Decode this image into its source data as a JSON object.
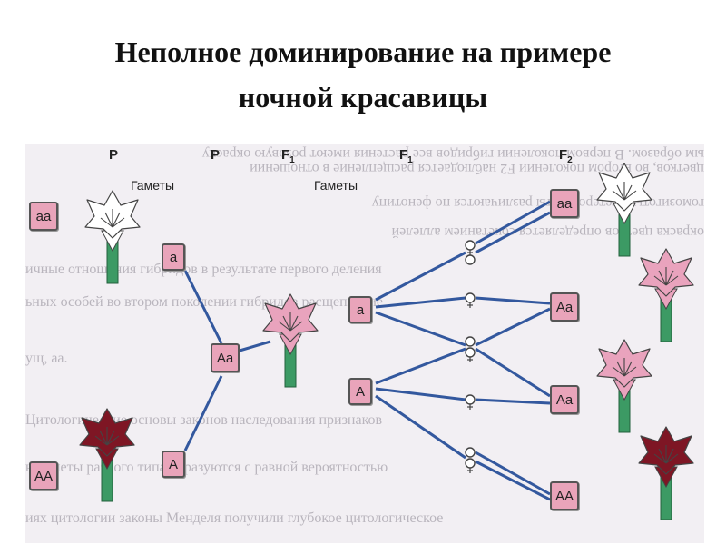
{
  "title": {
    "line1": "Неполное доминирование на примере",
    "line2": "ночной красавицы"
  },
  "diagram": {
    "labels": {
      "p1": "P",
      "p2": "P",
      "f1a": "F",
      "f1a_sub": "1",
      "f1b": "F",
      "f1b_sub": "1",
      "f2": "F",
      "f2_sub": "2",
      "gametes1": "Гаметы",
      "gametes2": "Гаметы"
    },
    "parents": [
      "aa",
      "AA"
    ],
    "parent_gametes": [
      "a",
      "A"
    ],
    "f1": "Aa",
    "f1_gametes": [
      "a",
      "A"
    ],
    "f2": [
      "aa",
      "Aa",
      "Aa",
      "AA"
    ],
    "female_symbol": "♀",
    "colors": {
      "white_flower": "#ffffff",
      "pink_flower": "#e9a3bd",
      "red_flower": "#7e1624",
      "stem": "#3c9a64",
      "gamete_box": "#e9a4ba",
      "cross_line": "#33589e"
    }
  }
}
